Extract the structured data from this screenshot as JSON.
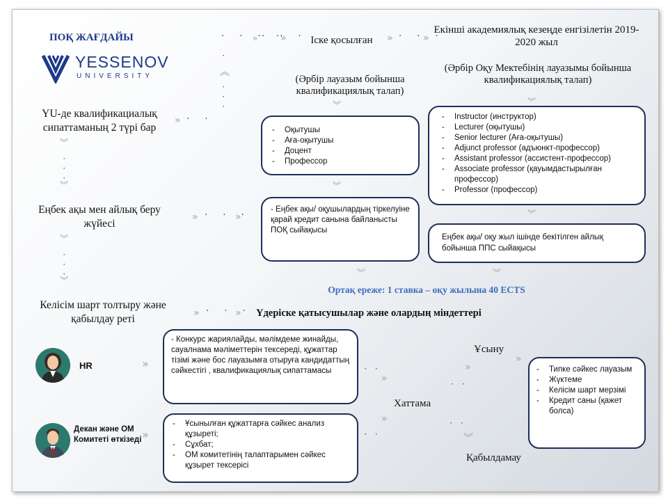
{
  "title": "ПОҚ ЖАҒДАЙЫ",
  "logo": {
    "name": "YESSENOV",
    "sub": "UNIVERSITY"
  },
  "left": {
    "qual": "YU-де квалификациалық сипаттаманың 2 түрі бар",
    "pay": "Еңбек ақы мен айлық беру жүйесі",
    "contract": "Келісім шарт толтыру және қабылдау реті"
  },
  "implemented": "Іске қосылған",
  "second_stage": "Екінші академиялық кезеңде енгізілетін 2019-2020 жыл",
  "req_left": "(Әрбір лауазым бойынша квалификациялық талап)",
  "req_right": "(Әрбір Оқу Мектебінің лауазымы бойынша квалификациялық талап)",
  "positions_left": [
    "Оқытушы",
    "Аға-оқытушы",
    "Доцент",
    "Профессор"
  ],
  "positions_right": [
    "Instructor (инструктор)",
    "Lecturer (оқытушы)",
    "Senior lecturer (Аға-оқытушы)",
    "Adjunct professor (адъюнкт-профессор)",
    "Assistant professor (ассистент-профессор)",
    "Associate professor (қауымдастырылған профессор)",
    "Professor (профессор)"
  ],
  "pay_left": "- Еңбек ақы/ оқушылардың тіркелуіне қарай кредит санына байланысты ПОҚ сыйақысы",
  "pay_right": "Еңбек ақы/ оқу жыл ішінде бекітілген айлық бойынша ППС сыйақысы",
  "common_rule": "Ортақ ереже: 1 ставка – оқу жылына 40 ECTS",
  "participants": "Үдеріске қатысушылар және олардың міндеттері",
  "hr": {
    "label": "HR",
    "text": "- Конкурс жариялайды, мәлімдеме жинайды, сауалнама мәліметтерін тексереді, құжаттар тізімі және бос лауазымға отыруға кандидаттың сәйкестігі , квалификациялық сипаттамасы"
  },
  "dean": {
    "label": "Декан және ОМ Комитеті өткізеді",
    "items": [
      "Ұсынылған құжаттарға сәйкес анализ құзыреті;",
      "Сұхбат;",
      "ОМ комитетінің талаптарымен сәйкес құзырет тексерісі"
    ]
  },
  "protocol": "Хаттама",
  "offer": "Ұсыну",
  "reject": "Қабылдамау",
  "offer_items": [
    "Типке сәйкес лауазым",
    "Жүктеме",
    "Келісім шарт мерзімі",
    "Кредит саны (қажет болса)"
  ]
}
